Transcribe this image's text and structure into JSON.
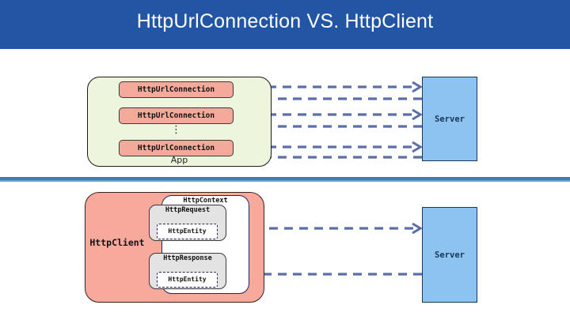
{
  "slide": {
    "title": "HttpUrlConnection VS. HttpClient",
    "banner_color": "#2255A4",
    "divider_color": "#3E7CB1"
  },
  "top_diagram": {
    "name": "httpurlconnection-model",
    "app": {
      "label": "App",
      "fill": "#EDF5DC",
      "connections": [
        {
          "label": "HttpUrlConnection"
        },
        {
          "label": "HttpUrlConnection"
        },
        {
          "label": "HttpUrlConnection"
        }
      ],
      "ellipsis": "⋮"
    },
    "server": {
      "label": "Server",
      "fill": "#8CC3EF"
    },
    "arrows": {
      "request_count": 3,
      "response_count": 3,
      "color": "#5B6EA8",
      "style": "dashed"
    }
  },
  "bottom_diagram": {
    "name": "httpclient-model",
    "client": {
      "label": "HttpClient",
      "fill": "#F7A99B"
    },
    "context": {
      "label": "HttpContext",
      "fill": "#FFFFFF"
    },
    "request": {
      "label": "HttpRequest",
      "entity_label": "HttpEntity",
      "fill": "#E3E3E3"
    },
    "response": {
      "label": "HttpResponse",
      "entity_label": "HttpEntity",
      "fill": "#E3E3E3"
    },
    "server": {
      "label": "Server",
      "fill": "#8CC3EF"
    },
    "arrows": {
      "request_count": 1,
      "response_count": 1,
      "color": "#5B6EA8",
      "style": "dashed"
    }
  }
}
